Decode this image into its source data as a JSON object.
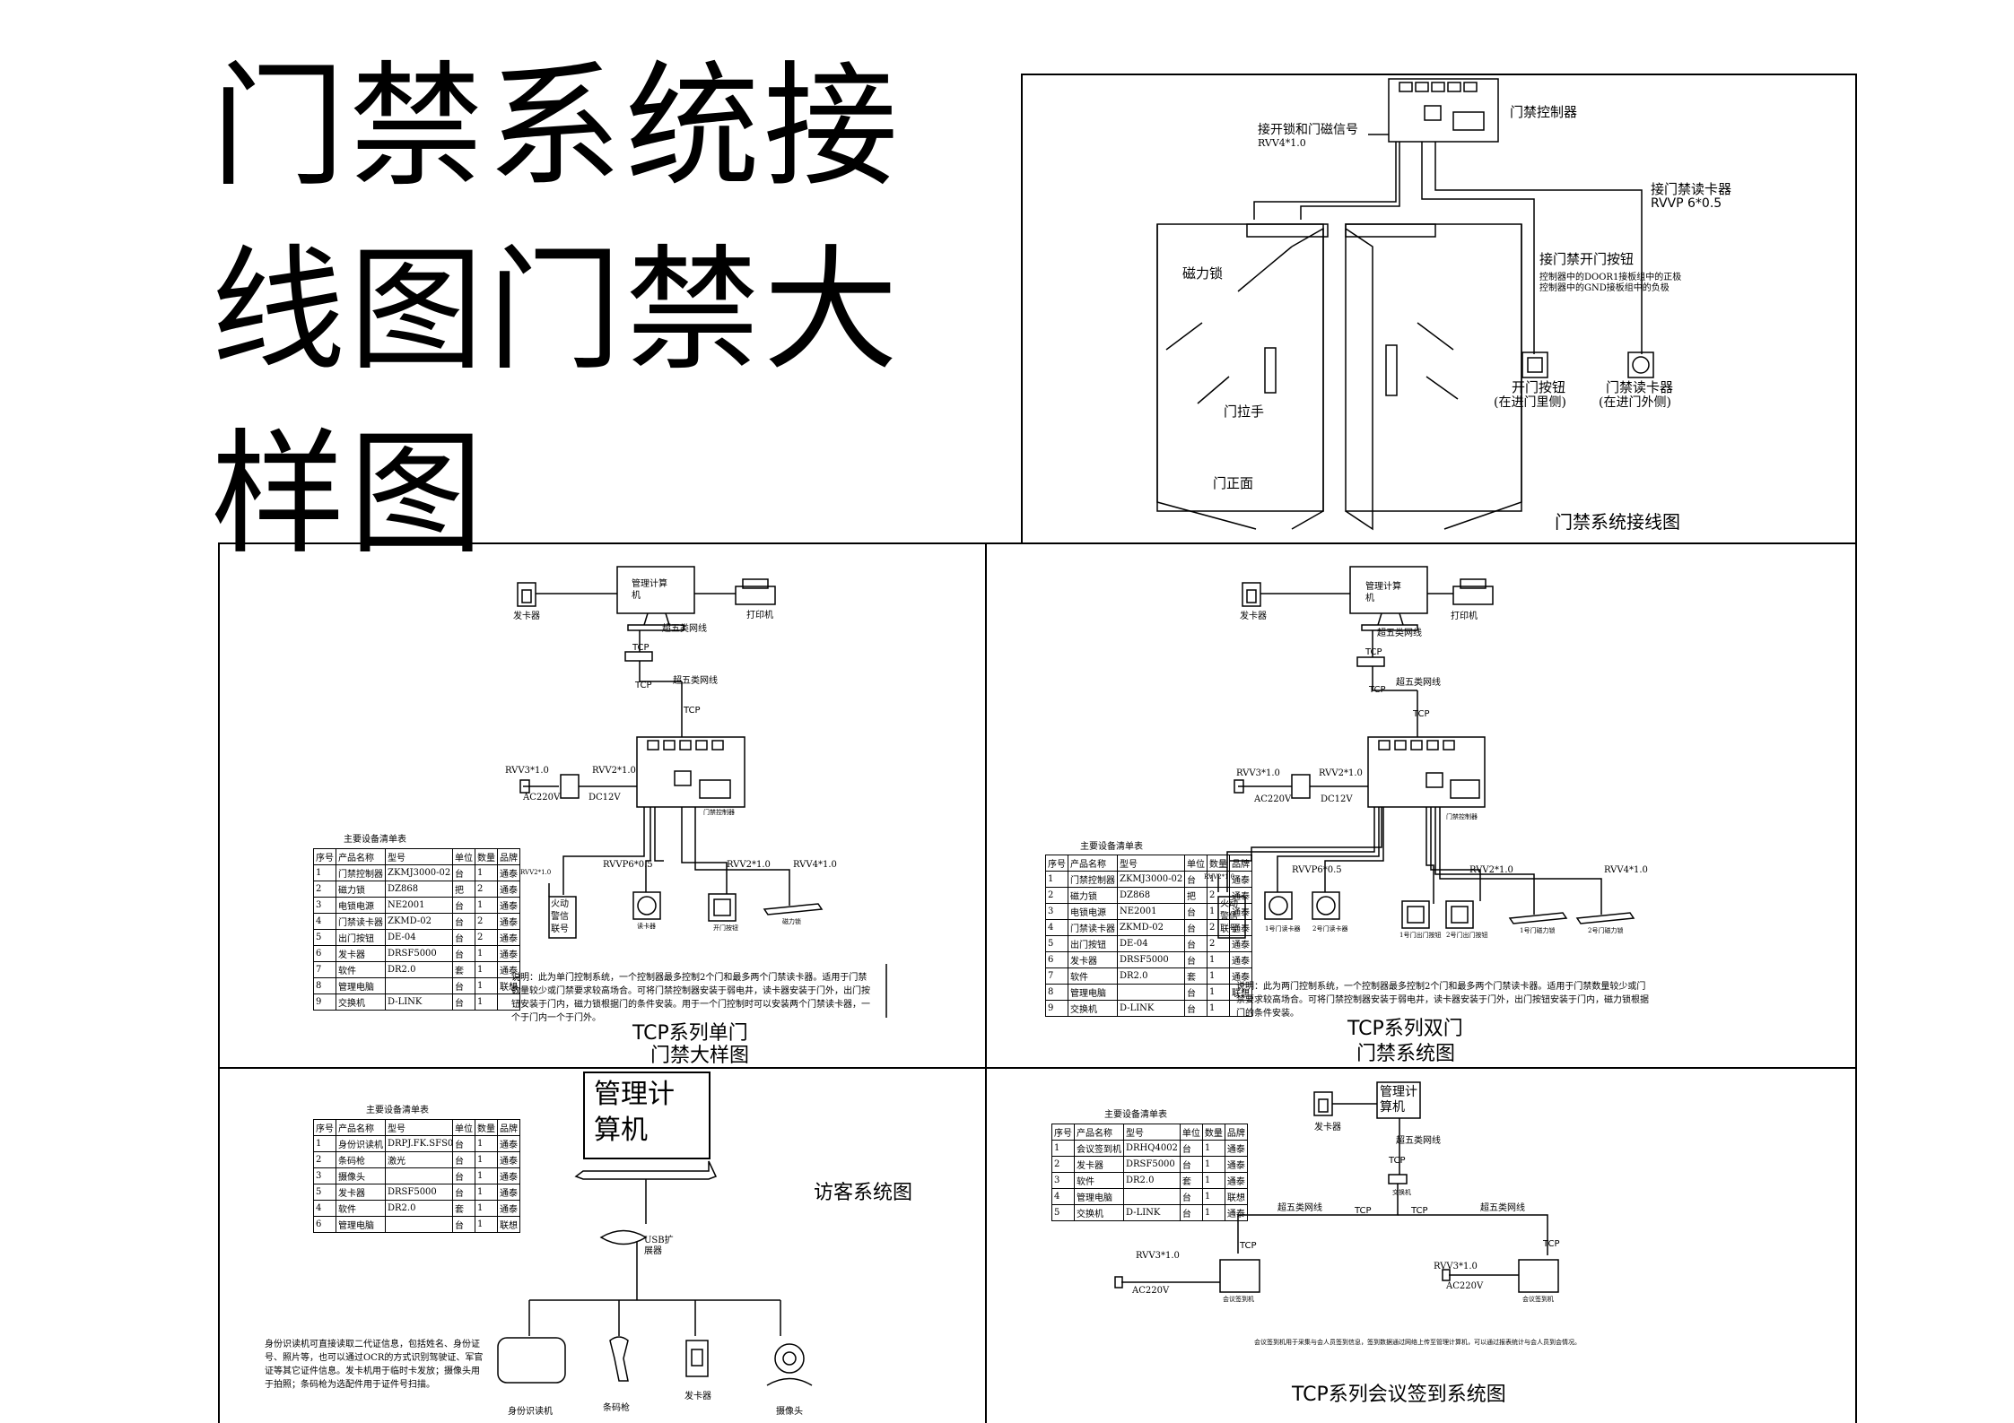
{
  "title": "门禁系统接线图门禁大样图",
  "panel_top_right": {
    "controller": "门禁控制器",
    "lock_signal": "接开锁和门磁信号",
    "lock_cable": "RVV4*1.0",
    "reader_conn": "接门禁读卡器",
    "reader_cable": "RVVP  6*0.5",
    "button_conn": "接门禁开门按钮",
    "button_note1": "控制器中的DOOR1接板组中的正极",
    "button_note2": "控制器中的GND接板组中的负极",
    "maglock": "磁力锁",
    "door_handle": "门拉手",
    "door_front": "门正面",
    "open_button": "开门按钮",
    "open_button_loc": "(在进门里侧)",
    "card_reader": "门禁读卡器",
    "card_reader_loc": "(在进门外侧)",
    "caption": "门禁系统接线图"
  },
  "panel_single": {
    "issuer": "发卡器",
    "computer": "管理计算机",
    "printer": "打印机",
    "cat5_a": "超五类网线",
    "tcp_a": "TCP",
    "cat5_b": "超五类网线",
    "tcp_b": "TCP",
    "tcp_c": "TCP",
    "rvv3": "RVV3*1.0",
    "ac": "AC220V",
    "rvv2": "RVV2*1.0",
    "dc": "DC12V",
    "rvvp": "RVVP6*0.5",
    "rvv2b": "RVV2*1.0",
    "rvv4": "RVV4*1.0",
    "alarm": "RVV2*1.0",
    "alarm_box": "火动警信联号",
    "reader_label": "读卡器",
    "button_label": "开门按钮",
    "lock_label": "磁力锁",
    "controller_label": "门禁控制器",
    "table_title": "主要设备清单表",
    "note": "说明：此为单门控制系统，一个控制器最多控制2个门和最多两个门禁读卡器。适用于门禁数量较少或门禁要求较高场合。可将门禁控制器安装于弱电井，读卡器安装于门外，出门按钮安装于门内，磁力锁根据门的条件安装。用于一个门控制时可以安装两个门禁读卡器，一个于门内一个于门外。",
    "caption1": "TCP系列单门",
    "caption2": "门禁大样图"
  },
  "panel_double": {
    "issuer": "发卡器",
    "computer": "管理计算机",
    "printer": "打印机",
    "cat5_a": "超五类网线",
    "tcp_a": "TCP",
    "cat5_b": "超五类网线",
    "tcp_b": "TCP",
    "tcp_c": "TCP",
    "rvv3": "RVV3*1.0",
    "ac": "AC220V",
    "rvv2": "RVV2*1.0",
    "dc": "DC12V",
    "rvvp": "RVVP6*0.5",
    "rvv2b": "RVV2*1.0",
    "rvv4": "RVV4*1.0",
    "alarm": "RVV2*1.0",
    "alarm_box": "火动警信联号",
    "controller_label": "门禁控制器",
    "table_title": "主要设备清单表",
    "reader1": "1号门读卡器",
    "reader2": "2号门读卡器",
    "btn1": "1号门出门按钮",
    "btn2": "2号门出门按钮",
    "lock1": "1号门磁力锁",
    "lock2": "2号门磁力锁",
    "note": "说明：此为两门控制系统，一个控制器最多控制2个门和最多两个门禁读卡器。适用于门禁数量较少或门禁要求较高场合。可将门禁控制器安装于弱电井，读卡器安装于门外，出门按钮安装于门内，磁力锁根据门的条件安装。",
    "caption1": "TCP系列双门",
    "caption2": "门禁系统图"
  },
  "equipment_table": {
    "headers": [
      "序号",
      "产品名称",
      "型号",
      "单位",
      "数量",
      "品牌"
    ],
    "rows": [
      [
        "1",
        "门禁控制器",
        "ZKMJ3000-02",
        "台",
        "1",
        "通泰"
      ],
      [
        "2",
        "磁力锁",
        "DZ868",
        "把",
        "2",
        "通泰"
      ],
      [
        "3",
        "电锁电源",
        "NE2001",
        "台",
        "1",
        "通泰"
      ],
      [
        "4",
        "门禁读卡器",
        "ZKMD-02",
        "台",
        "2",
        "通泰"
      ],
      [
        "5",
        "出门按钮",
        "DE-04",
        "台",
        "2",
        "通泰"
      ],
      [
        "6",
        "发卡器",
        "DRSF5000",
        "台",
        "1",
        "通泰"
      ],
      [
        "7",
        "软件",
        "DR2.0",
        "套",
        "1",
        "通泰"
      ],
      [
        "8",
        "管理电脑",
        "",
        "台",
        "1",
        "联想"
      ],
      [
        "9",
        "交换机",
        "D-LINK",
        "台",
        "1",
        ""
      ]
    ]
  },
  "panel_visitor": {
    "computer": "管理计算机",
    "caption": "访客系统图",
    "usb": "USB扩展器",
    "table_title": "主要设备清单表",
    "headers": [
      "序号",
      "产品名称",
      "型号",
      "单位",
      "数量",
      "品牌"
    ],
    "rows": [
      [
        "1",
        "身份识读机",
        "DRPJ.FK.SFS0",
        "台",
        "1",
        "通泰"
      ],
      [
        "2",
        "条码枪",
        "激光",
        "台",
        "1",
        "通泰"
      ],
      [
        "3",
        "摄像头",
        "",
        "台",
        "1",
        "通泰"
      ],
      [
        "5",
        "发卡器",
        "DRSF5000",
        "台",
        "1",
        "通泰"
      ],
      [
        "4",
        "软件",
        "DR2.0",
        "套",
        "1",
        "通泰"
      ],
      [
        "6",
        "管理电脑",
        "",
        "台",
        "1",
        "联想"
      ]
    ],
    "note": "身份识读机可直接读取二代证信息，包括姓名、身份证号、照片等，也可以通过OCR的方式识别驾驶证、军官证等其它证件信息。发卡机用于临时卡发放；摄像头用于拍照；条码枪为选配件用于证件号扫描。",
    "dev_id": "身份识读机",
    "dev_barcode": "条码枪",
    "dev_issuer": "发卡器",
    "dev_camera": "摄像头"
  },
  "panel_meeting": {
    "issuer": "发卡器",
    "computer": "管理计算机",
    "cat5_a": "超五类网线",
    "tcp_a": "TCP",
    "switch": "交换机",
    "cat5_l": "超五类网线",
    "cat5_r": "超五类网线",
    "tcp_l": "TCP",
    "tcp_r": "TCP",
    "tcp_dl": "TCP",
    "tcp_dr": "TCP",
    "rvv3_l": "RVV3*1.0",
    "ac_l": "AC220V",
    "rvv3_r": "RVV3*1.0",
    "ac_r": "AC220V",
    "dev_l": "会议签到机",
    "dev_r": "会议签到机",
    "table_title": "主要设备清单表",
    "headers": [
      "序号",
      "产品名称",
      "型号",
      "单位",
      "数量",
      "品牌"
    ],
    "rows": [
      [
        "1",
        "会议签到机",
        "DRHQ4002",
        "台",
        "1",
        "通泰"
      ],
      [
        "2",
        "发卡器",
        "DRSF5000",
        "台",
        "1",
        "通泰"
      ],
      [
        "3",
        "软件",
        "DR2.0",
        "套",
        "1",
        "通泰"
      ],
      [
        "4",
        "管理电脑",
        "",
        "台",
        "1",
        "联想"
      ],
      [
        "5",
        "交换机",
        "D-LINK",
        "台",
        "1",
        "通泰"
      ]
    ],
    "note": "会议签到机用于采集与会人员签到信息，签到数据通过网络上传至管理计算机，可以通过报表统计与会人员到会情况。",
    "caption": "TCP系列会议签到系统图"
  }
}
